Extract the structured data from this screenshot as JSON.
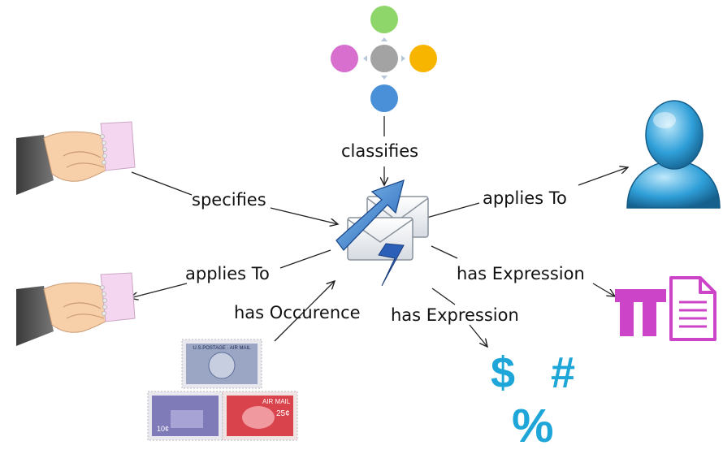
{
  "diagram": {
    "edges": {
      "classifies": "classifies",
      "specifies": "specifies",
      "applies_to_person": "applies To",
      "applies_to_party": "applies To",
      "has_occurrence": "has Occurence",
      "has_expression_formula": "has Expression",
      "has_expression_symbols": "has Expression"
    },
    "symbols": {
      "dollar": "$",
      "hash": "#",
      "percent": "%"
    },
    "stamps": {
      "top": "U.S.POSTAGE · AIR MAIL",
      "left_value": "10¢",
      "right_header": "AIR MAIL",
      "right_value": "25¢"
    },
    "colors": {
      "circle_top": "#8fd66a",
      "circle_left": "#d86fcf",
      "circle_center": "#a3a3a3",
      "circle_right": "#f7b500",
      "circle_bottom": "#4a90d9",
      "symbol_blue": "#1ea6d8",
      "formula_pink": "#cc44c8",
      "person_blue": "#2f9fd8"
    },
    "icons": [
      "classification-circles-icon",
      "handshake-icon",
      "envelope-arrow-icon",
      "user-icon",
      "pi-icon",
      "document-icon",
      "postage-stamps-icon"
    ]
  }
}
